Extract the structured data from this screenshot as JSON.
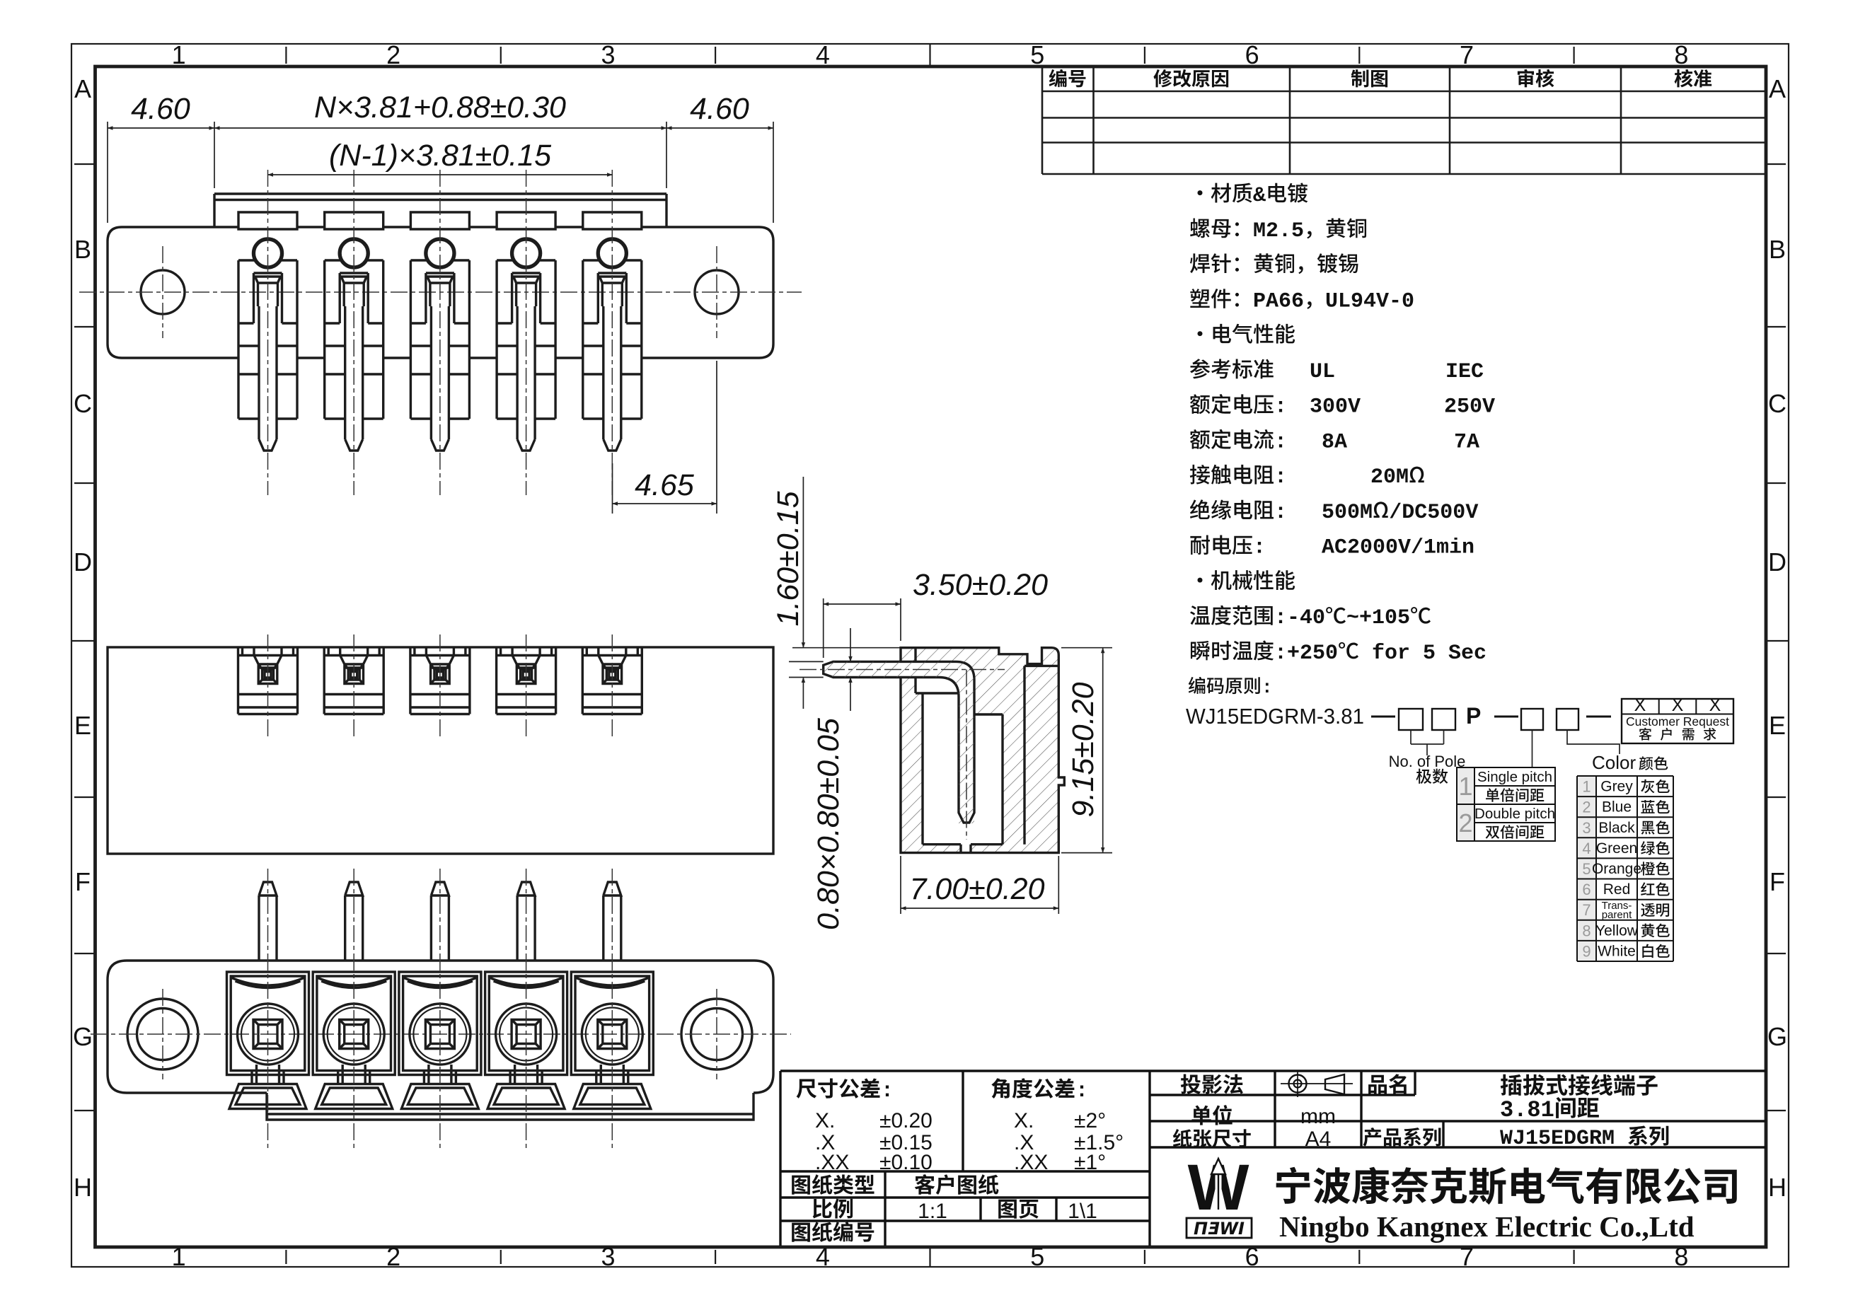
{
  "sheet": {
    "zone_numbers": [
      "1",
      "2",
      "3",
      "4",
      "5",
      "6",
      "7",
      "8"
    ],
    "zone_letters": [
      "A",
      "B",
      "C",
      "D",
      "E",
      "F",
      "G",
      "H"
    ]
  },
  "revision_table": {
    "headers": [
      "编号",
      "修改原因",
      "制图",
      "审核",
      "核准"
    ],
    "empty_rows": 3
  },
  "specs": {
    "rows": [
      {
        "label": "•材质&电镀"
      },
      {
        "label": "螺母：M2.5，黄铜"
      },
      {
        "label": "焊针：黄铜，镀锡"
      },
      {
        "label": "塑件：PA66，UL94V-0"
      },
      {
        "label": "•电气性能"
      },
      {
        "label": "参考标准",
        "v1": "UL",
        "v2": "IEC"
      },
      {
        "label": "额定电压:",
        "v1": "300V",
        "v2": "250V"
      },
      {
        "label": "额定电流:",
        "v1": "8A",
        "v2": "7A"
      },
      {
        "label": "接触电阻:",
        "v1": "20MΩ"
      },
      {
        "label": "绝缘电阻:",
        "v1": "500MΩ/DC500V"
      },
      {
        "label": "耐电压:",
        "v1": "AC2000V/1min"
      },
      {
        "label": "•机械性能"
      },
      {
        "label": "温度范围:-40℃~+105℃"
      },
      {
        "label": "瞬时温度:+250℃ for 5 Sec"
      }
    ]
  },
  "ordering": {
    "title": "编码原则:",
    "base_code": "WJ15EDGRM-3.81",
    "p_code": "P",
    "xs": [
      "X",
      "X",
      "X"
    ],
    "customer_request_en": "Customer Request",
    "customer_request_zh": "客 户 需 求",
    "pole_label_en": "No. of  Pole",
    "pole_label_zh": "极数",
    "pitch_options": [
      {
        "num": "1",
        "en": "Single pitch",
        "zh": "单倍间距"
      },
      {
        "num": "2",
        "en": "Double pitch",
        "zh": "双倍间距"
      }
    ],
    "color_title_en": "Color",
    "color_title_zh": "颜色",
    "color_options": [
      {
        "num": "1",
        "en": "Grey",
        "zh": "灰色"
      },
      {
        "num": "2",
        "en": "Blue",
        "zh": "蓝色"
      },
      {
        "num": "3",
        "en": "Black",
        "zh": "黑色"
      },
      {
        "num": "4",
        "en": "Green",
        "zh": "绿色"
      },
      {
        "num": "5",
        "en": "Orange",
        "zh": "橙色"
      },
      {
        "num": "6",
        "en": "Red",
        "zh": "红色"
      },
      {
        "num": "7",
        "en": "Trans-parent",
        "en1": "Trans-",
        "en2": "parent",
        "zh": "透明"
      },
      {
        "num": "8",
        "en": "Yellow",
        "zh": "黄色"
      },
      {
        "num": "9",
        "en": "White",
        "zh": "白色"
      }
    ]
  },
  "dimensions": {
    "front": {
      "left_margin": "4.60",
      "total_width": "N×3.81+0.88±0.30",
      "pin_pitch": "(N-1)×3.81±0.15",
      "right_margin": "4.60",
      "hole_offset": "4.65"
    },
    "section": {
      "pin_offset": "1.60±0.15",
      "pin_depth": "3.50±0.20",
      "pin_size": "0.80×0.80±0.05",
      "body_height": "9.15±0.20",
      "body_width": "7.00±0.20"
    }
  },
  "title_block": {
    "dim_tol_label": "尺寸公差:",
    "angle_tol_label": "角度公差:",
    "dim_tol_rows": [
      [
        "X.",
        "±0.20"
      ],
      [
        ".X",
        "±0.15"
      ],
      [
        ".XX",
        "±0.10"
      ]
    ],
    "angle_tol_rows": [
      [
        "X.",
        "±2°"
      ],
      [
        ".X",
        "±1.5°"
      ],
      [
        ".XX",
        "±1°"
      ]
    ],
    "drawing_type_label": "图纸类型",
    "drawing_type_value": "客户图纸",
    "scale_label": "比例",
    "scale_value": "1:1",
    "sheet_label": "图页",
    "sheet_value": "1\\1",
    "drawing_no_label": "图纸编号",
    "drawing_no_value": "",
    "projection_label": "投影法",
    "unit_label": "单位",
    "unit_value": "mm",
    "paper_label": "纸张尺寸",
    "paper_value": "A4",
    "product_name_label": "品名",
    "product_name_line1": "插拔式接线端子",
    "product_name_line2": "3.81间距",
    "series_label": "产品系列",
    "series_value": "WJ15EDGRM 系列",
    "company_zh": "宁波康奈克斯电气有限公司",
    "company_en": "Ningbo Kangnex Electric Co.,Ltd",
    "logo_mark": "W",
    "logo_sub": "ΠƎWI"
  },
  "colors": {
    "line": "#1c1c1c",
    "text": "#111111",
    "gray_num": "#9a9a9a",
    "cell_bg": "#ebebeb"
  }
}
